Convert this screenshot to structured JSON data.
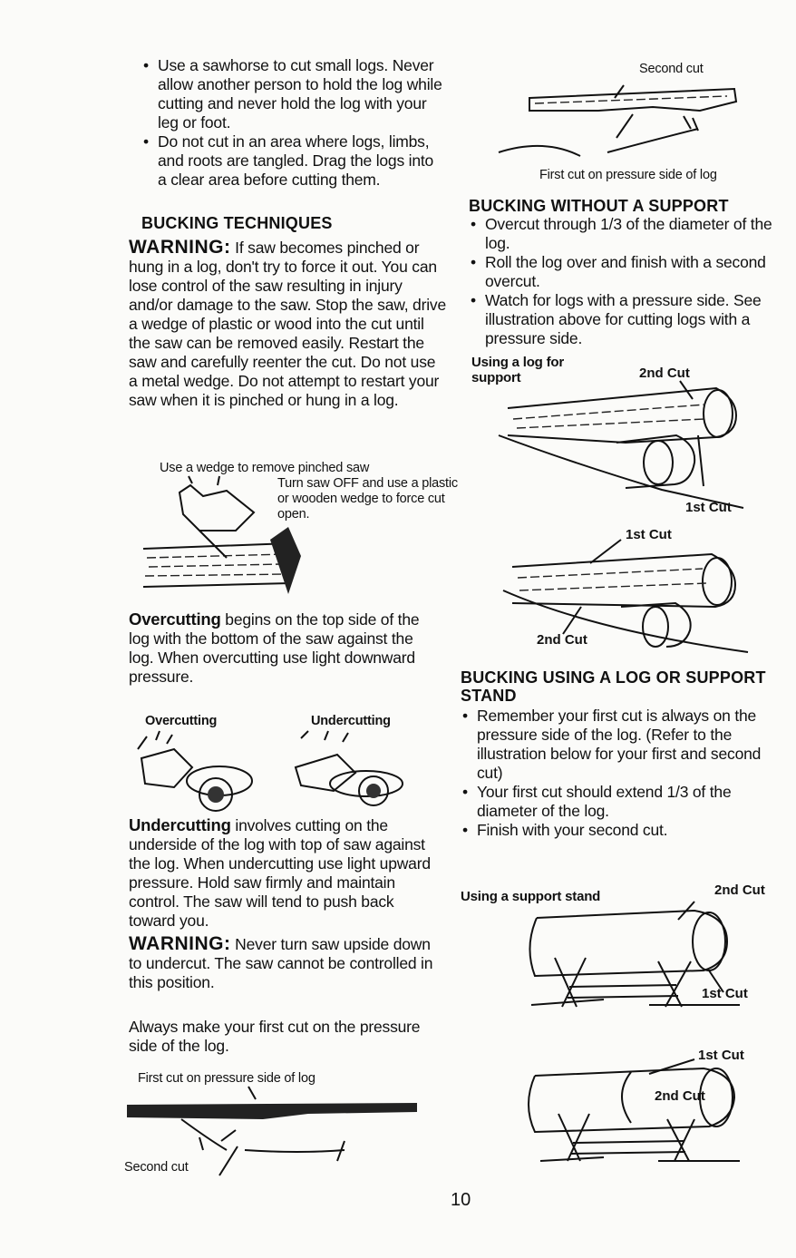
{
  "left": {
    "intro_bullets": [
      "Use a sawhorse to cut small logs. Never allow another person to hold the log while cutting and never hold the log with your leg or foot.",
      "Do not cut in an area where logs, limbs, and roots are tangled. Drag the logs into a clear area before cutting them."
    ],
    "bucking_heading": "BUCKING TECHNIQUES",
    "warning1_label": "WARNING:",
    "warning1_text": "If saw becomes pinched or hung in a log, don't try to force it out. You can lose control of the saw resulting in injury and/or damage to the saw. Stop the saw, drive a wedge of plastic or wood into the cut until the saw can be removed easily. Restart the saw and carefully reenter the cut. Do not use a metal wedge. Do not attempt to restart your saw when it is pinched or hung in a log.",
    "wedge_caption": "Use a wedge to remove pinched saw",
    "wedge_note": "Turn saw OFF and use a plastic or wooden wedge to force cut open.",
    "overcutting_label": "Overcutting",
    "overcutting_text": "begins on the top side of the log with the bottom of the saw against the log. When overcutting use light downward pressure.",
    "fig_overcutting": "Overcutting",
    "fig_undercutting": "Undercutting",
    "undercutting_label": "Undercutting",
    "undercutting_text": "involves cutting on the underside of the log with top of saw against the log. When undercutting use light upward pressure. Hold saw firmly and maintain control. The saw will tend to push back toward you.",
    "warning2_label": "WARNING:",
    "warning2_text": "Never turn saw upside down to undercut. The saw cannot be controlled in this position.",
    "always_text": "Always make your first cut on the pressure side of the log.",
    "fig_first_cut": "First cut on pressure side of log",
    "fig_second_cut": "Second cut"
  },
  "right": {
    "fig_second_cut": "Second cut",
    "fig_first_cut": "First cut on pressure side of log",
    "without_heading": "BUCKING WITHOUT A SUPPORT",
    "without_bullets": [
      "Overcut through 1/3 of the diameter of the log.",
      "Roll the log over and finish with a second overcut.",
      "Watch for logs with a pressure side. See illustration above for cutting logs with a pressure side."
    ],
    "using_log_label": "Using a log for support",
    "cut2_a": "2nd Cut",
    "cut1_a": "1st Cut",
    "cut1_b": "1st Cut",
    "cut2_b": "2nd Cut",
    "support_heading": "BUCKING USING A LOG OR SUPPORT STAND",
    "support_bullets": [
      "Remember your first cut is always on the pressure side of the log. (Refer to the illustration below for your first and second cut)",
      "Your first cut should extend 1/3 of the diameter of the log.",
      "Finish with your second cut."
    ],
    "support_stand_label": "Using a support stand",
    "cut2_c": "2nd Cut",
    "cut1_c": "1st Cut",
    "cut1_d": "1st Cut",
    "cut2_d": "2nd Cut"
  },
  "page_number": "10"
}
